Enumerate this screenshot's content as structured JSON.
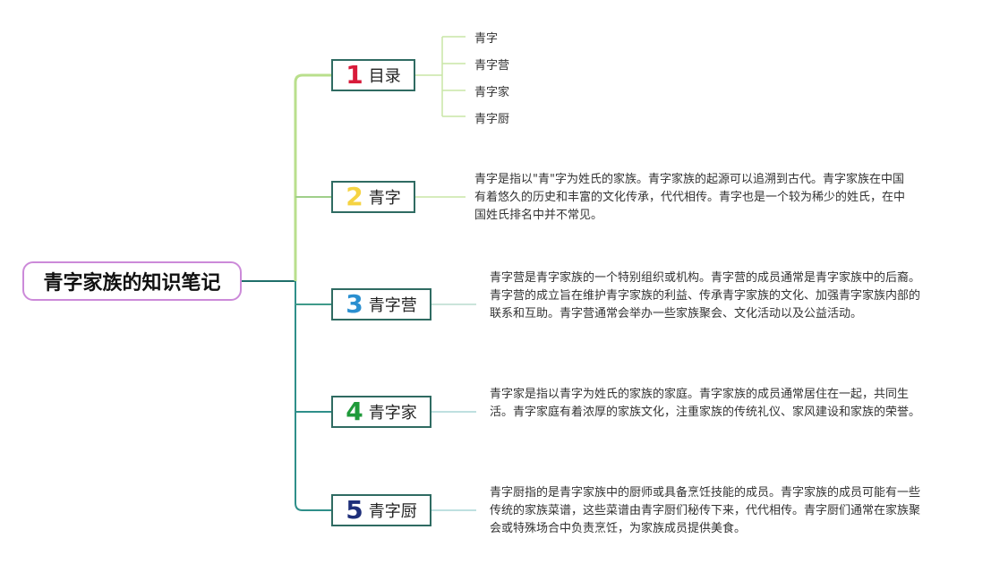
{
  "root": {
    "title": "青字家族的知识笔记"
  },
  "colors": {
    "root_border": "#cc8ad9",
    "node_border": "#2f6b62",
    "branch_green": "#b9df8c",
    "branch_teal": "#2f8f8a"
  },
  "branches": [
    {
      "number": "1",
      "number_color": "#d81b3a",
      "label": "目录",
      "children": [
        "青字",
        "青字营",
        "青字家",
        "青字厨"
      ]
    },
    {
      "number": "2",
      "number_color": "#f5d342",
      "label": "青字",
      "text": "青字是指以\"青\"字为姓氏的家族。青字家族的起源可以追溯到古代。青字家族在中国有着悠久的历史和丰富的文化传承，代代相传。青字也是一个较为稀少的姓氏，在中国姓氏排名中并不常见。"
    },
    {
      "number": "3",
      "number_color": "#2a8fd0",
      "label": "青字营",
      "text": "青字营是青字家族的一个特别组织或机构。青字营的成员通常是青字家族中的后裔。青字营的成立旨在维护青字家族的利益、传承青字家族的文化、加强青字家族内部的联系和互助。青字营通常会举办一些家族聚会、文化活动以及公益活动。"
    },
    {
      "number": "4",
      "number_color": "#1f9a3a",
      "label": "青字家",
      "text": "青字家是指以青字为姓氏的家族的家庭。青字家族的成员通常居住在一起，共同生活。青字家庭有着浓厚的家族文化，注重家族的传统礼仪、家风建设和家族的荣誉。"
    },
    {
      "number": "5",
      "number_color": "#1e2f7a",
      "label": "青字厨",
      "text": "青字厨指的是青字家族中的厨师或具备烹饪技能的成员。青字家族的成员可能有一些传统的家族菜谱，这些菜谱由青字厨们秘传下来，代代相传。青字厨们通常在家族聚会或特殊场合中负责烹饪，为家族成员提供美食。"
    }
  ]
}
